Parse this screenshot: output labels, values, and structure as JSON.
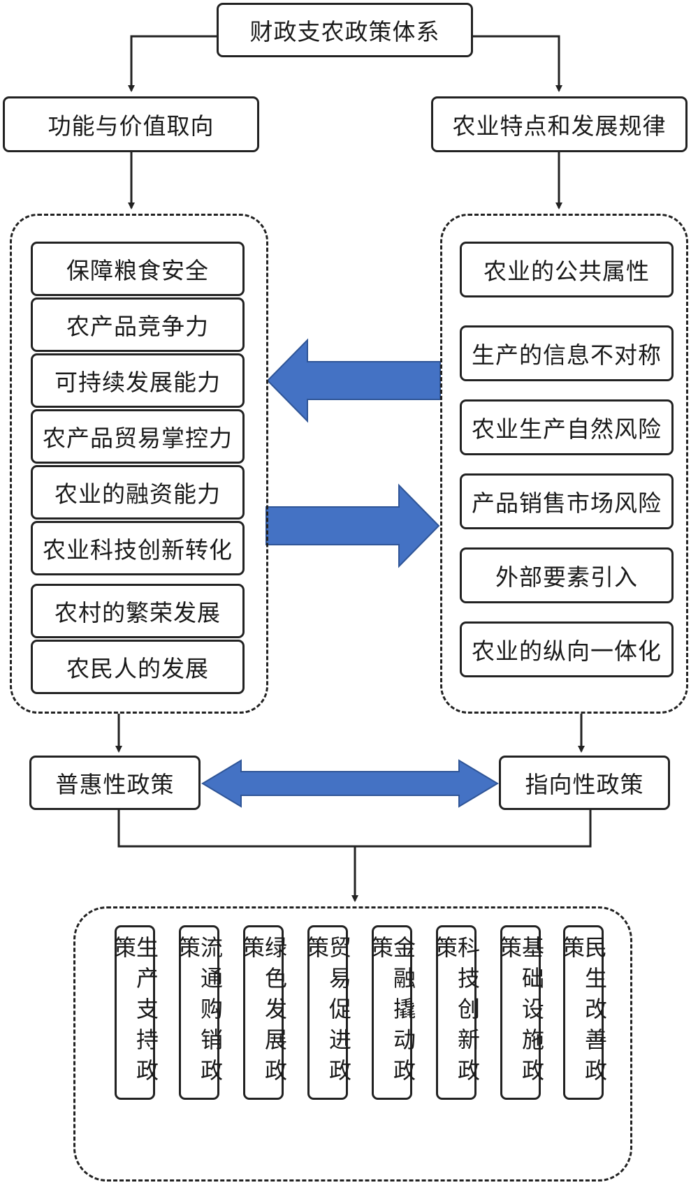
{
  "title": "财政支农政策体系",
  "function_header": "功能与价值取向",
  "features_header": "农业特点和发展规律",
  "function_items": [
    "保障粮食安全",
    "农产品竞争力",
    "可持续发展能力",
    "农产品贸易掌控力",
    "农业的融资能力",
    "农业科技创新转化",
    "农村的繁荣发展",
    "农民人的发展"
  ],
  "feature_items": [
    "农业的公共属性",
    "生产的信息不对称",
    "农业生产自然风险",
    "产品销售市场风险",
    "外部要素引入",
    "农业的纵向一体化"
  ],
  "inclusive_policy": "普惠性政策",
  "targeted_policy": "指向性政策",
  "policies": [
    "生产支持政策",
    "流通购销政策",
    "绿色发展政策",
    "贸易促进政策",
    "金融撬动政策",
    "科技创新政策",
    "基础设施政策",
    "民生改善政策"
  ],
  "colors": {
    "arrow_fill": "#4472c4",
    "arrow_stroke": "#2f5597",
    "line": "#222222"
  }
}
